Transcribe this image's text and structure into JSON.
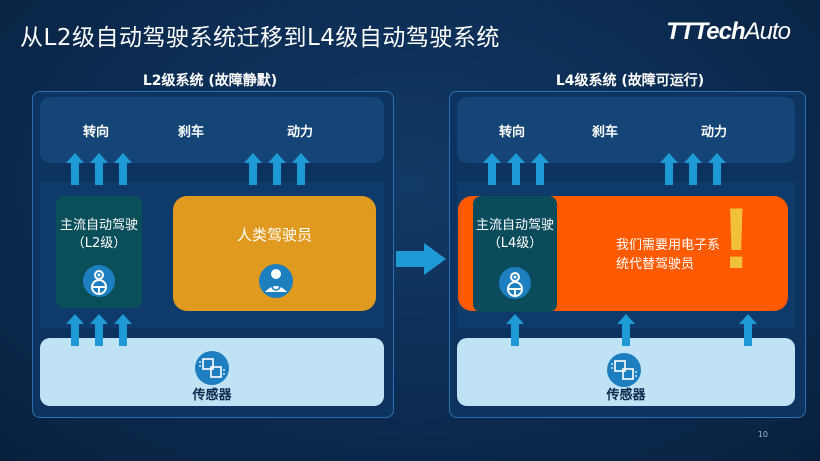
{
  "title": "从L2级自动驾驶系统迁移到L4级自动驾驶系统",
  "logo": {
    "bold": "TTTech",
    "light": "Auto"
  },
  "left": {
    "system_title": "L2级系统 (故障静默)",
    "actuators": [
      "转向",
      "刹车",
      "动力"
    ],
    "controller": {
      "line1": "主流自动驾驶",
      "line2": "（L2级）"
    },
    "human_label": "人类驾驶员",
    "sensor_label": "传感器"
  },
  "right": {
    "system_title": "L4级系统 (故障可运行)",
    "actuators": [
      "转向",
      "刹车",
      "动力"
    ],
    "controller": {
      "line1": "主流自动驾驶",
      "line2": "（L4级）"
    },
    "electronic_text": {
      "line1": "我们需要用电子系",
      "line2": "统代替驾驶员"
    },
    "exclamation": "!",
    "sensor_label": "传感器"
  },
  "icons": [
    "steering-wheel-gear-icon",
    "driver-icon",
    "chip-sensor-icon",
    "up-arrow-icon",
    "right-arrow-icon"
  ],
  "colors": {
    "background": "#0c2c52",
    "human": "#e09a1f",
    "electronic": "#ff5a00",
    "sensor": "#bfe3f5",
    "arrow": "#1e9ad6"
  },
  "page_number": "10"
}
